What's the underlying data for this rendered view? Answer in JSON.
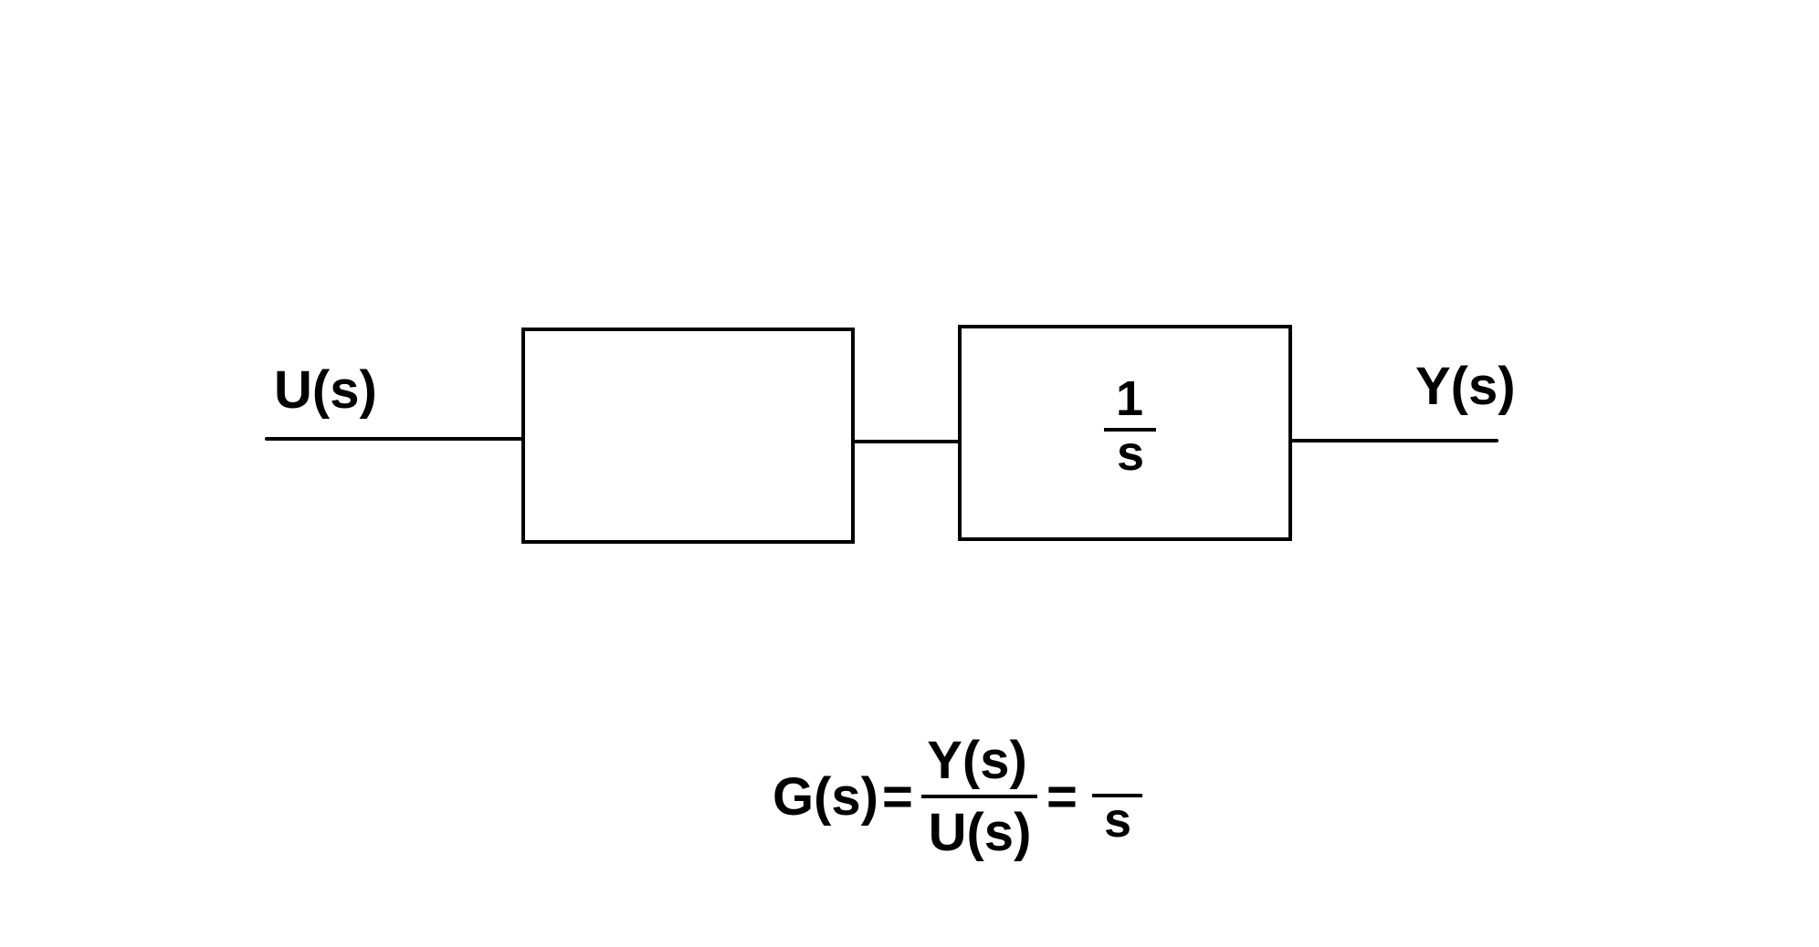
{
  "diagram": {
    "input_label": "U(s)",
    "output_label": "Y(s)",
    "block1": {
      "numerator": "",
      "denominator": ""
    },
    "block2": {
      "numerator": "1",
      "denominator": "s"
    }
  },
  "equation": {
    "lhs": "G(s)",
    "equals1": "=",
    "ratio_numerator": "Y(s)",
    "ratio_denominator": "U(s)",
    "equals2": "=",
    "result_numerator": "",
    "result_denominator": "s"
  },
  "colors": {
    "stroke": "#000000",
    "background": "#ffffff"
  }
}
